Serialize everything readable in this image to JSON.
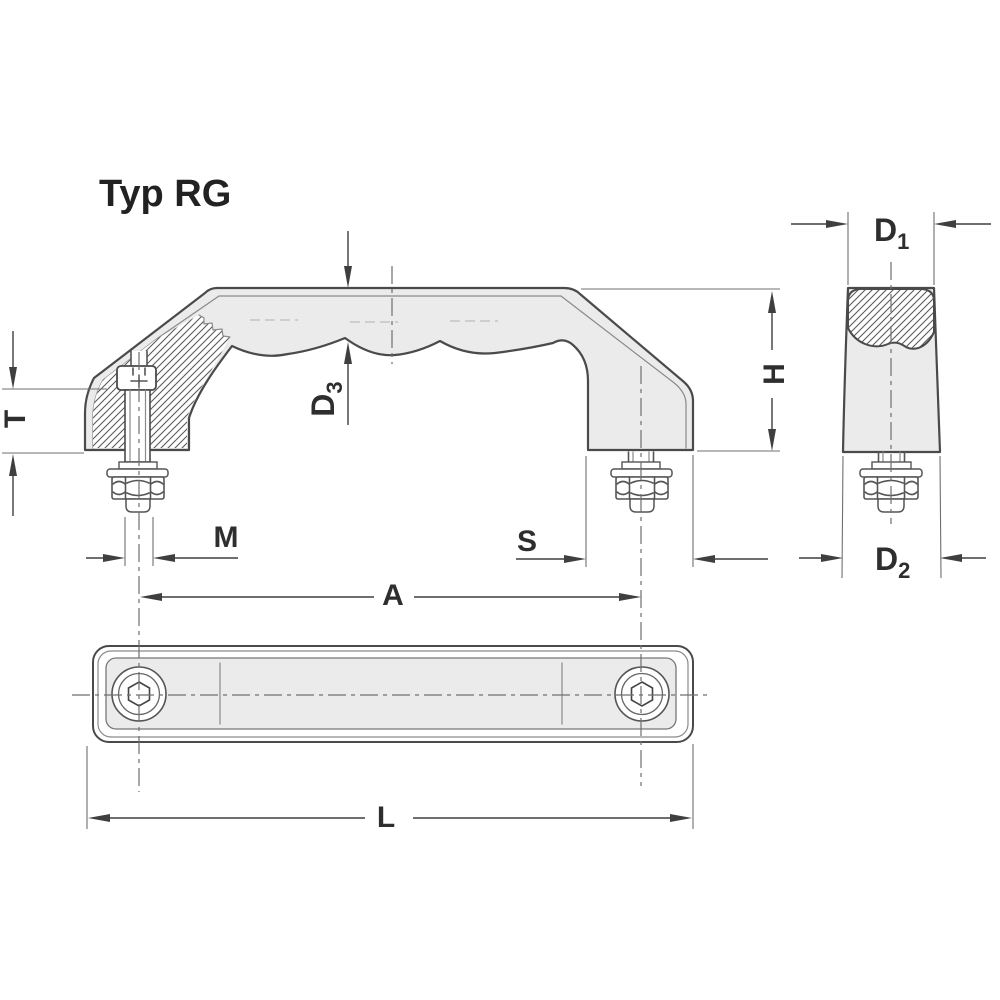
{
  "title": "Typ RG",
  "dimension_labels": {
    "t": "T",
    "d3": {
      "base": "D",
      "sub": "3"
    },
    "m": "M",
    "s": "S",
    "a": "A",
    "h": "H",
    "d1": {
      "base": "D",
      "sub": "1"
    },
    "d2": {
      "base": "D",
      "sub": "2"
    },
    "l": "L"
  },
  "colors": {
    "background": "#ffffff",
    "body_fill": "#ebebeb",
    "outline": "#4a4a4a",
    "thin_line": "#8a8a8a",
    "centerline": "#6f6f6f",
    "label_text": "#2e2e2e"
  }
}
